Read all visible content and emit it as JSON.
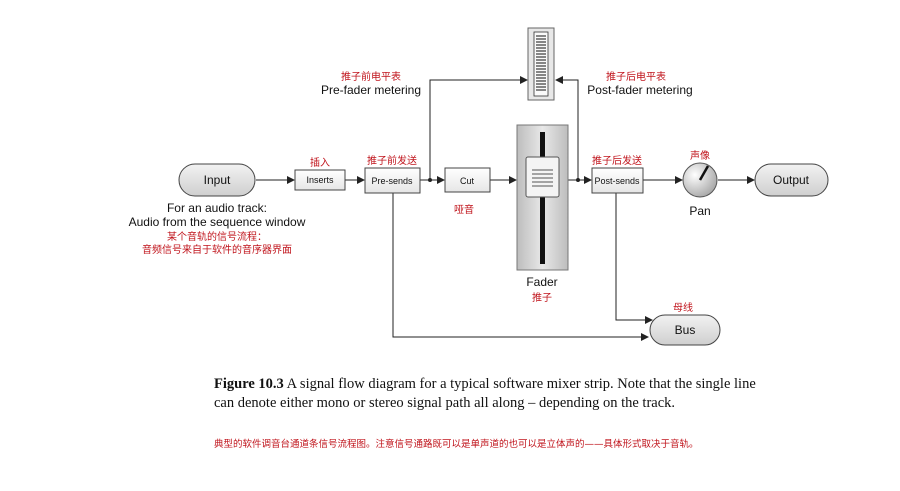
{
  "nodes": {
    "input": "Input",
    "output": "Output",
    "inserts": "Inserts",
    "pre_sends": "Pre-sends",
    "cut": "Cut",
    "post_sends": "Post-sends",
    "bus": "Bus",
    "pan": "Pan",
    "fader": "Fader"
  },
  "labels": {
    "inserts_zh": "插入",
    "pre_sends_zh": "推子前发送",
    "cut_zh": "哑音",
    "post_sends_zh": "推子后发送",
    "pan_zh": "声像",
    "bus_zh": "母线",
    "fader_zh": "推子",
    "pre_fader_metering_zh": "推子前电平表",
    "pre_fader_metering": "Pre-fader metering",
    "post_fader_metering_zh": "推子后电平表",
    "post_fader_metering": "Post-fader metering",
    "audio_track_line1": "For an audio track:",
    "audio_track_line2": "Audio from the sequence window",
    "audio_track_zh_line1": "某个音轨的信号流程：",
    "audio_track_zh_line2": "音频信号来自于软件的音序器界面"
  },
  "caption": {
    "figure": "Figure 10.3",
    "text": "A signal flow diagram for a typical software mixer strip. Note that the single line can denote either mono or stereo signal path all along – depending on the track.",
    "zh": "典型的软件调音台通道条信号流程图。注意信号通路既可以是单声道的也可以是立体声的——具体形式取决于音轨。"
  }
}
